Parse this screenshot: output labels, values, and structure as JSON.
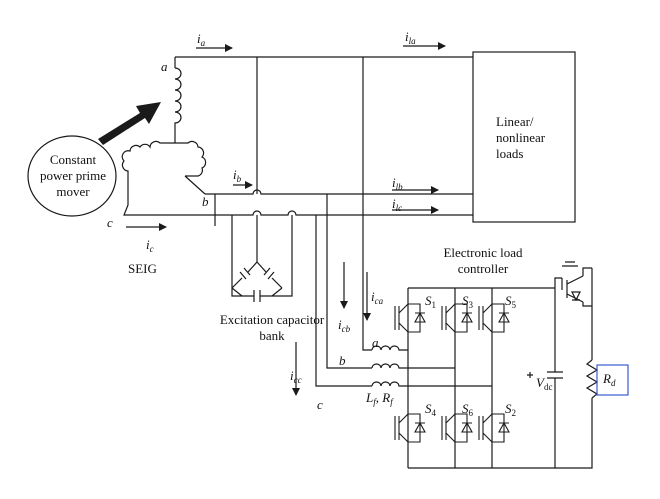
{
  "labels": {
    "prime_mover": [
      "Constant",
      "power prime",
      "mover"
    ],
    "load_box": [
      "Linear/",
      "nonlinear",
      "loads"
    ],
    "capacitor_bank": [
      "Excitation capacitor",
      "bank"
    ],
    "elc": [
      "Electronic load",
      "controller"
    ],
    "seig": "SEIG"
  },
  "phases": {
    "a": "a",
    "b": "b",
    "c": "c"
  },
  "currents": {
    "ia": {
      "main": "i",
      "sub": "a"
    },
    "ib": {
      "main": "i",
      "sub": "b"
    },
    "ic": {
      "main": "i",
      "sub": "c"
    },
    "ila": {
      "main": "i",
      "sub": "la"
    },
    "ilb": {
      "main": "i",
      "sub": "lb"
    },
    "ilc": {
      "main": "i",
      "sub": "lc"
    },
    "ica": {
      "main": "i",
      "sub": "ca"
    },
    "icb": {
      "main": "i",
      "sub": "cb"
    },
    "icc": {
      "main": "i",
      "sub": "cc"
    }
  },
  "switches": {
    "s1": {
      "main": "S",
      "sub": "1"
    },
    "s3": {
      "main": "S",
      "sub": "3"
    },
    "s5": {
      "main": "S",
      "sub": "5"
    },
    "s4": {
      "main": "S",
      "sub": "4"
    },
    "s6": {
      "main": "S",
      "sub": "6"
    },
    "s2": {
      "main": "S",
      "sub": "2"
    }
  },
  "filter": {
    "lf": {
      "main": "L",
      "sub": "f"
    },
    "sep": ",",
    "rf": {
      "main": "R",
      "sub": "f"
    }
  },
  "vdc": {
    "main": "V",
    "sub": "dc"
  },
  "rd": {
    "main": "R",
    "sub": "d"
  },
  "colors": {
    "rd_box": "#3b5bd6",
    "wire": "#1a1a1a"
  }
}
